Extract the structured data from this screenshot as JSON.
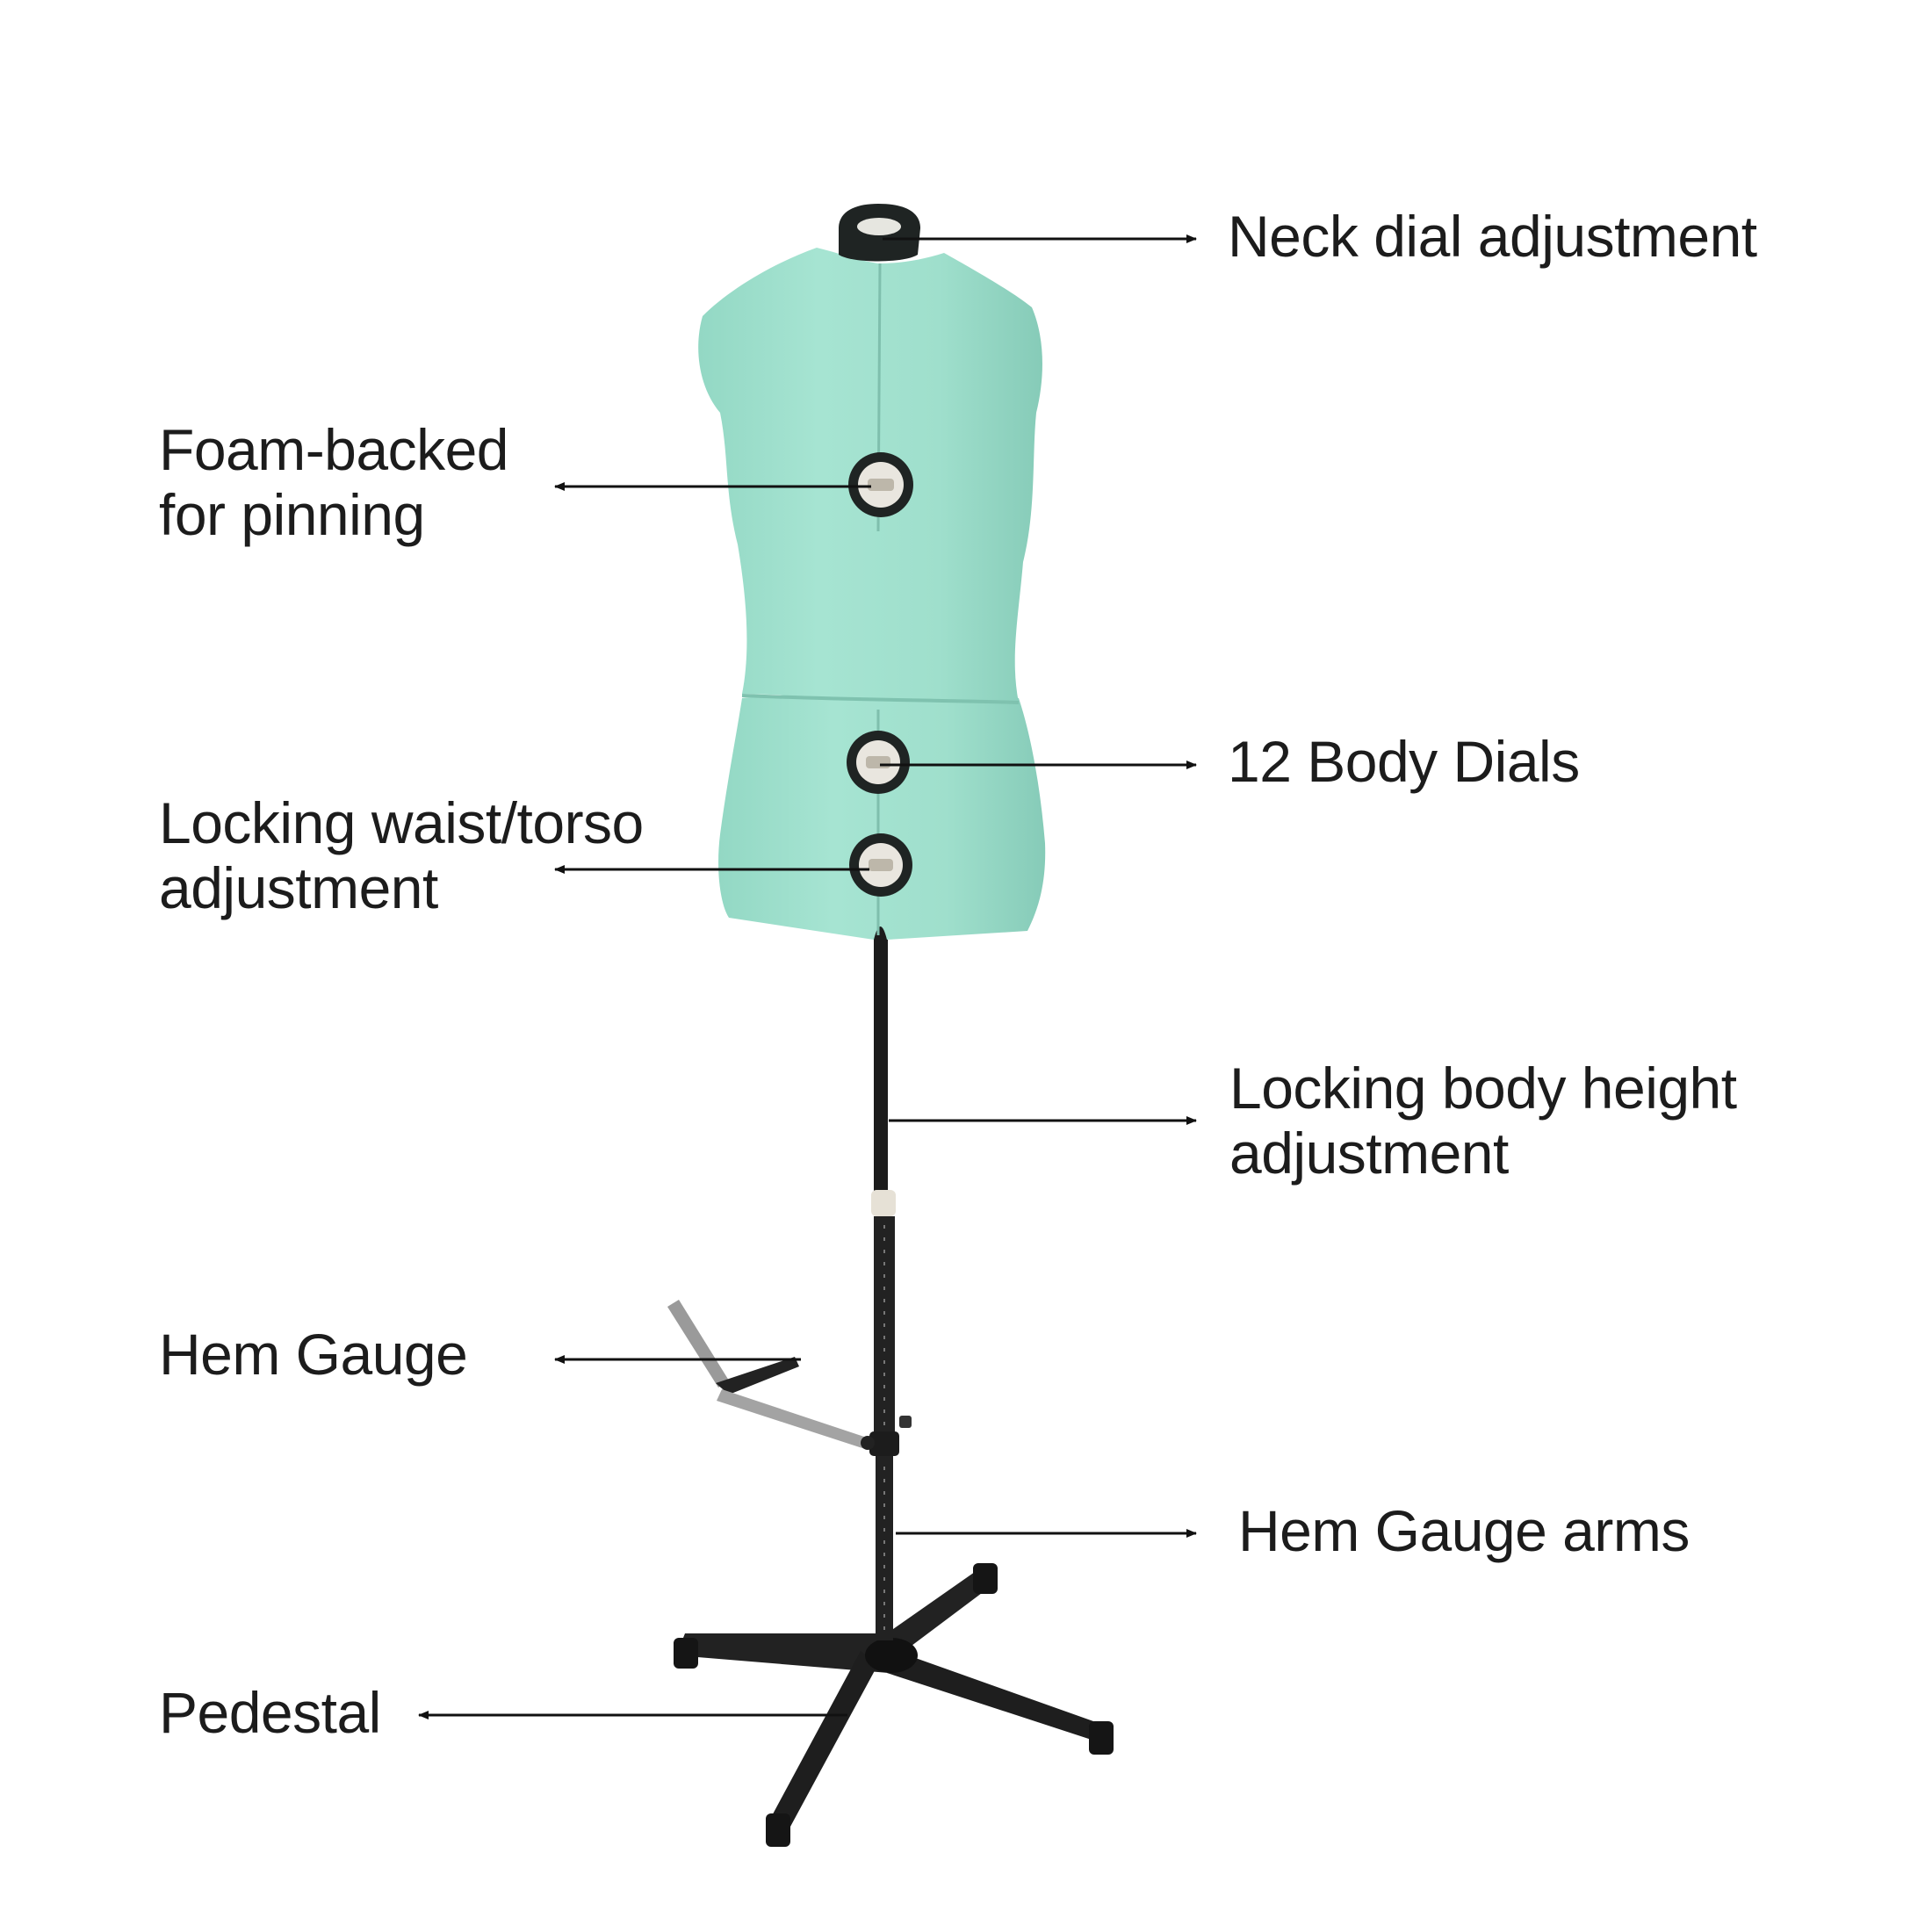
{
  "colors": {
    "form": "#9ee0cd",
    "form_shadow": "#86cdb9",
    "dark": "#1f2423",
    "steel": "#9a9a9a",
    "dial_face": "#e9e6df",
    "arrow": "#111111",
    "text": "#1c1c1c"
  },
  "labels": {
    "neck": {
      "lines": [
        "Neck dial adjustment"
      ]
    },
    "foam": {
      "lines": [
        "Foam-backed",
        "for pinning"
      ]
    },
    "body_dials": {
      "lines": [
        "12 Body Dials"
      ]
    },
    "waist": {
      "lines": [
        "Locking waist/torso",
        "adjustment"
      ]
    },
    "height": {
      "lines": [
        "Locking body height",
        "adjustment"
      ]
    },
    "hem_gauge": {
      "lines": [
        "Hem Gauge"
      ]
    },
    "hem_arms": {
      "lines": [
        "Hem Gauge arms"
      ]
    },
    "pedestal": {
      "lines": [
        "Pedestal"
      ]
    }
  }
}
